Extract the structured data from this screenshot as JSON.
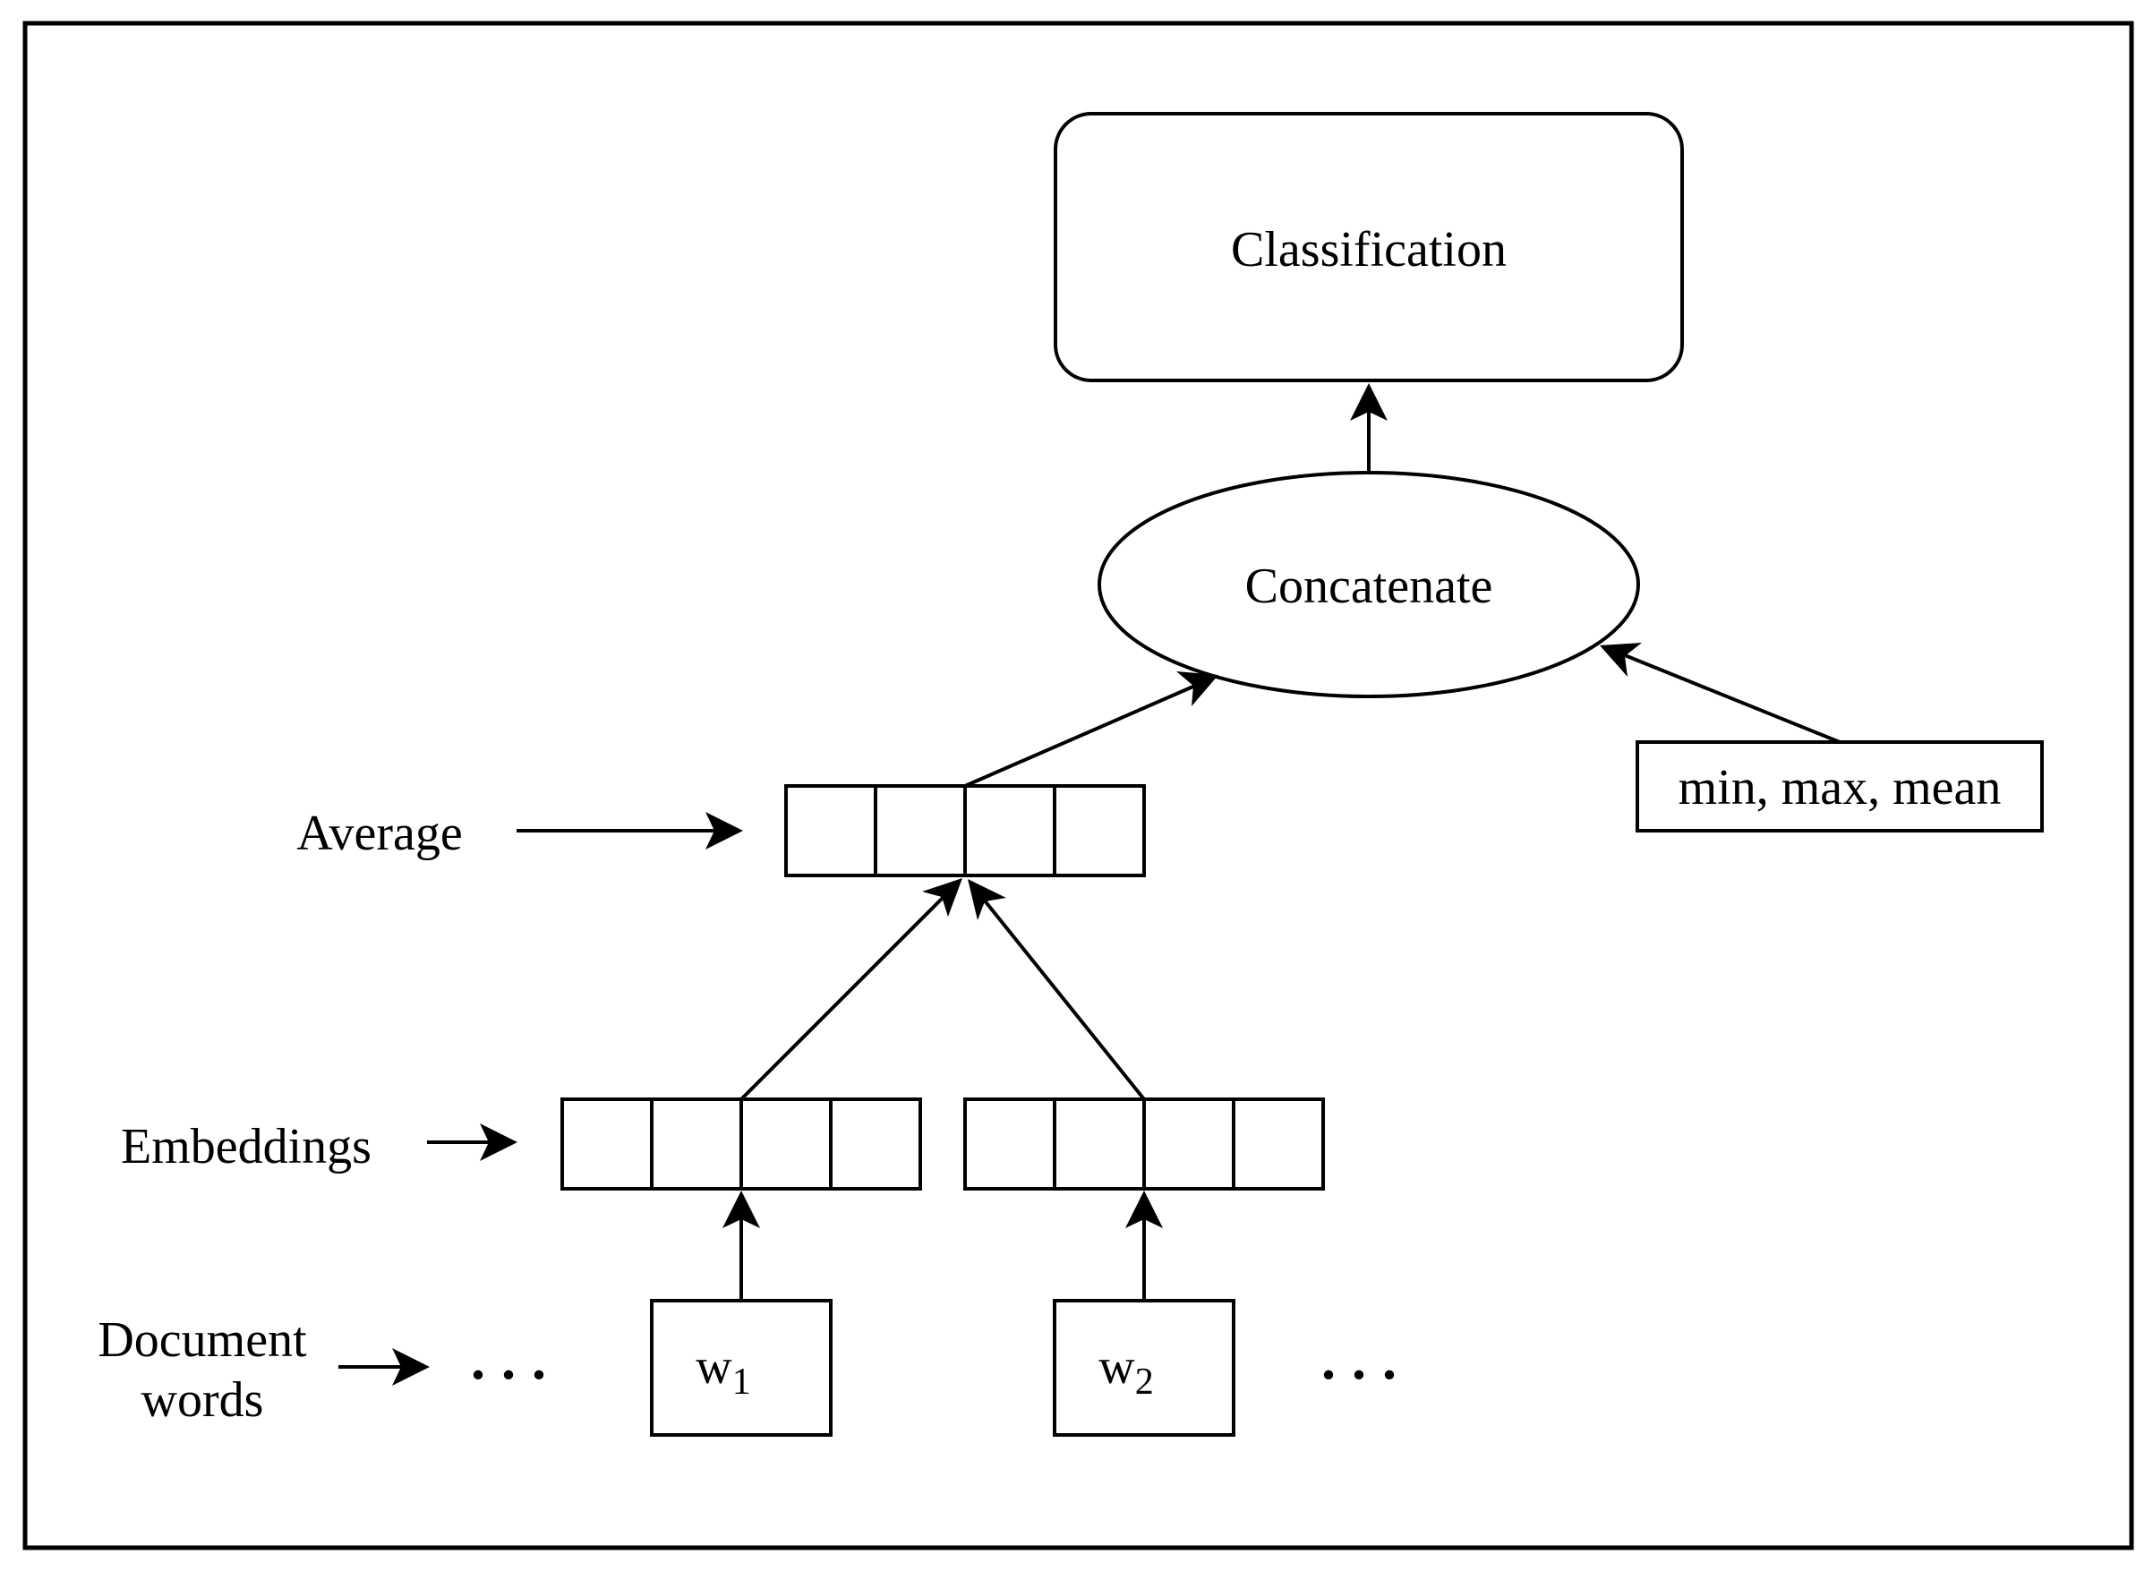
{
  "nodes": {
    "classification": "Classification",
    "concatenate": "Concatenate",
    "stats": "min, max, mean",
    "word1": {
      "base": "w",
      "sub": "1"
    },
    "word2": {
      "base": "w",
      "sub": "2"
    }
  },
  "labels": {
    "average": "Average",
    "embeddings": "Embeddings",
    "document_line1": "Document",
    "document_line2": "words"
  },
  "ellipsis": "..."
}
